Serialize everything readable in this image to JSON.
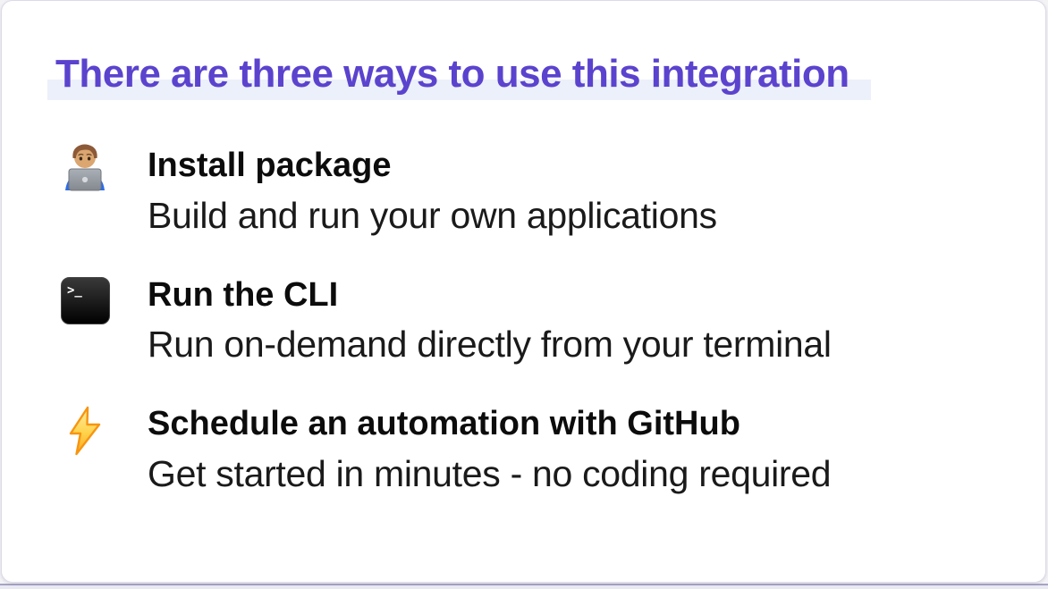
{
  "slide": {
    "title": "There are three ways to use this integration",
    "items": [
      {
        "icon": "technologist-emoji",
        "title": "Install package",
        "description": "Build and run your own applications"
      },
      {
        "icon": "terminal-emoji",
        "icon_text": ">_",
        "title": "Run the CLI",
        "description": "Run on-demand directly from your terminal"
      },
      {
        "icon": "lightning-bolt-emoji",
        "title": "Schedule an automation with GitHub",
        "description": "Get started in minutes - no coding required"
      }
    ],
    "colors": {
      "accent": "#5b43ce",
      "title_highlight": "#ebf0fa",
      "terminal_bg": "#0a0a0a",
      "bolt_orange": "#f79510"
    }
  }
}
